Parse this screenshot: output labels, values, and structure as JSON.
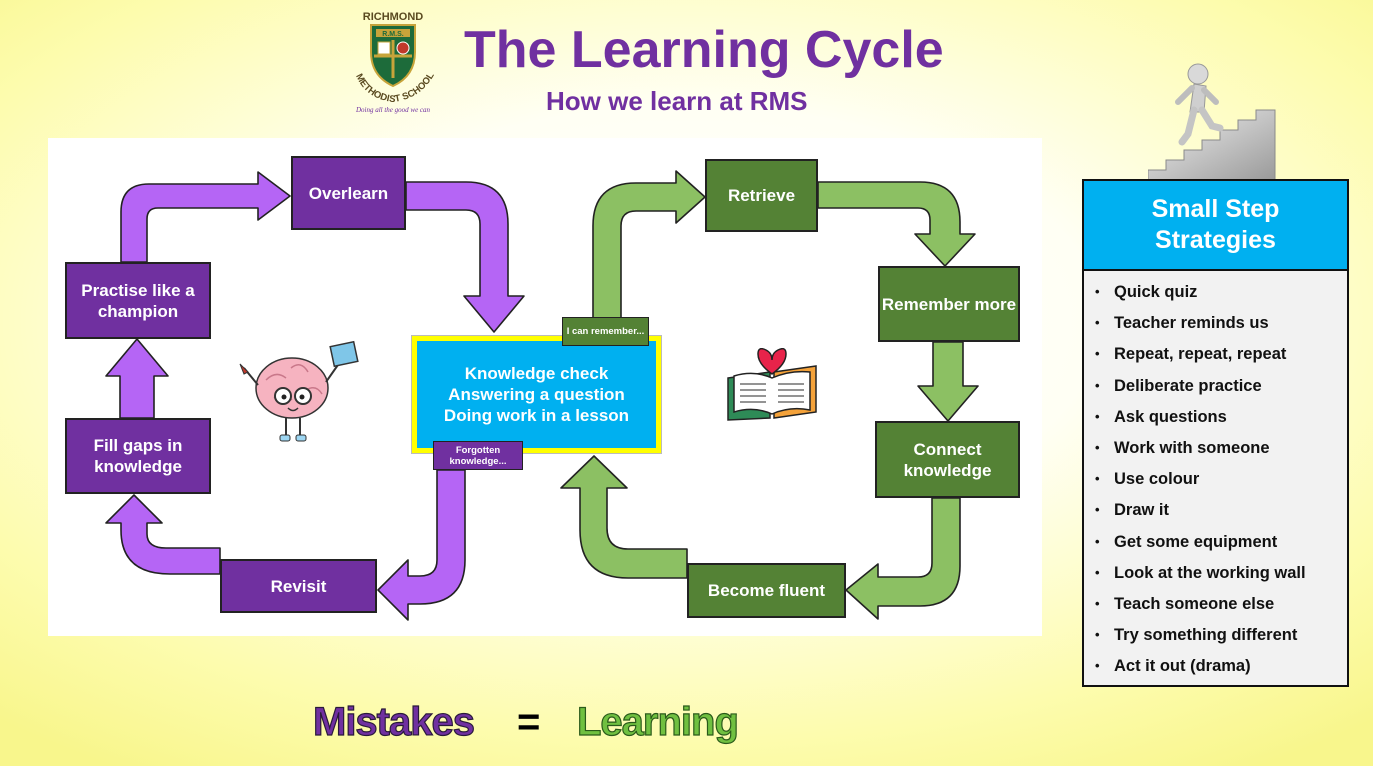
{
  "header": {
    "title": "The Learning Cycle",
    "subtitle": "How we learn at RMS"
  },
  "logo": {
    "top_text": "RICHMOND",
    "shield_text": "R.M.S.",
    "arc_text": "METHODIST SCHOOL",
    "motto": "Doing all the good we can"
  },
  "cycle_left": {
    "overlearn": "Overlearn",
    "practise": "Practise like a champion",
    "fill_gaps": "Fill gaps in knowledge",
    "revisit": "Revisit",
    "tag": "Forgotten knowledge..."
  },
  "central": {
    "lines": [
      "Knowledge check",
      "Answering a question",
      "Doing work in a lesson"
    ]
  },
  "cycle_right": {
    "retrieve": "Retrieve",
    "remember": "Remember more",
    "connect": "Connect knowledge",
    "fluent": "Become fluent",
    "tag": "I can remember..."
  },
  "sidebar": {
    "heading": "Small Step Strategies",
    "items": [
      "Quick quiz",
      "Teacher reminds us",
      "Repeat, repeat, repeat",
      "Deliberate practice",
      "Ask questions",
      "Work with someone",
      "Use colour",
      "Draw it",
      "Get some equipment",
      "Look at the working wall",
      "Teach someone else",
      "Try something different",
      "Act it out (drama)"
    ]
  },
  "footer": {
    "mistakes": "Mistakes",
    "equals": "=",
    "learning": "Learning"
  },
  "colors": {
    "purple": "#7030a0",
    "arrow_purple": "#b565f5",
    "green": "#548235",
    "arrow_green": "#8cc063",
    "blue": "#00b0f0",
    "yellow": "#ffff00"
  },
  "icons": [
    "school-logo",
    "brain-mascot-icon",
    "heart-book-icon",
    "stairs-climber-icon"
  ]
}
